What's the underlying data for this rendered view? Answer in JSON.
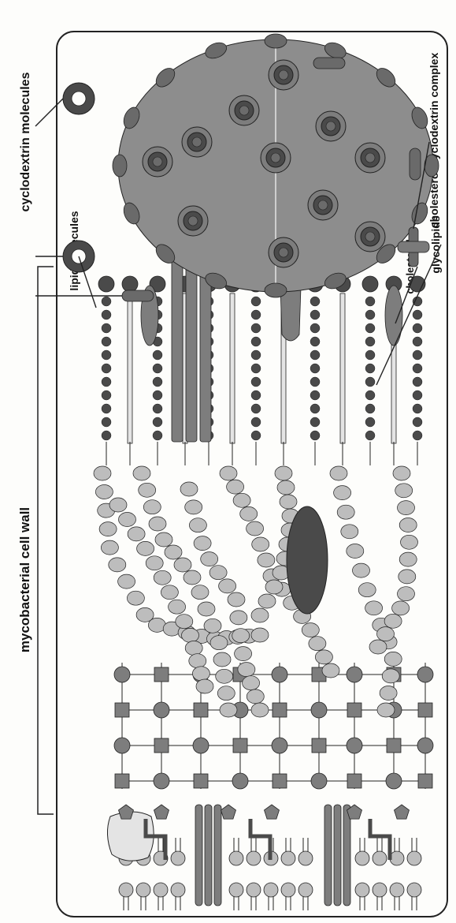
{
  "labels": {
    "cell_wall": "mycobacterial cell wall",
    "cyclodextrin": "cyclodextrin molecules",
    "lipid": "lipid molecules",
    "glycolipids": "glycolipids",
    "cholesterol": "cholesterol",
    "complex": "cholesterol-cyclodextrin complex"
  },
  "colors": {
    "dark": "#4a4a4a",
    "medium": "#7d7d7d",
    "light": "#bdbdbd",
    "pale": "#e4e4e4",
    "line": "#222222"
  }
}
